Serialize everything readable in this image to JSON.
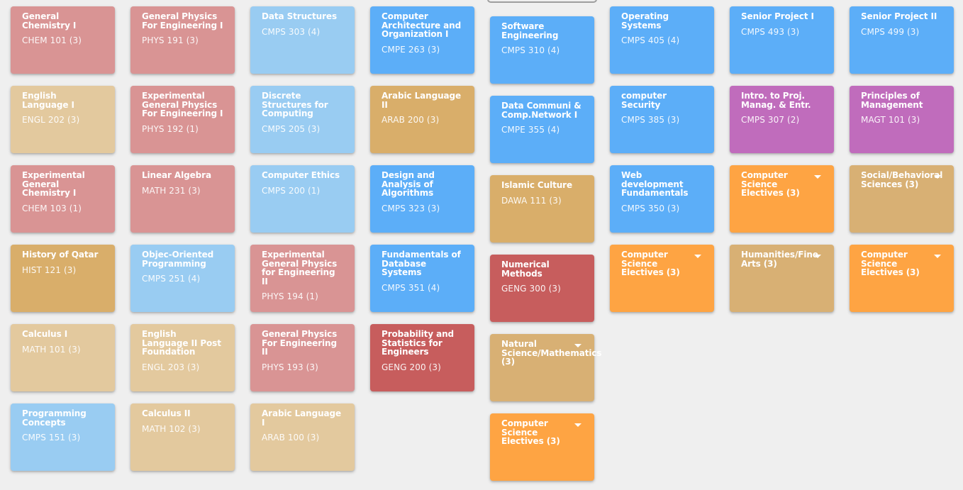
{
  "semesters": [
    {
      "courses": [
        {
          "title": "General Chemistry I",
          "code": "CHEM 101 (3)",
          "color": "#d99494",
          "category": "red"
        },
        {
          "title": "English Language I",
          "code": "ENGL 202 (3)",
          "color": "#e3c99e",
          "category": "sand"
        },
        {
          "title": "Experimental General Chemistry I",
          "code": "CHEM 103 (1)",
          "color": "#d99494",
          "category": "red"
        },
        {
          "title": "History of Qatar",
          "code": "HIST 121 (3)",
          "color": "#d9ae6a",
          "category": "gold"
        },
        {
          "title": "Calculus I",
          "code": "MATH 101 (3)",
          "color": "#e3c99e",
          "category": "sand"
        },
        {
          "title": "Programming Concepts",
          "code": "CMPS 151 (3)",
          "color": "#99ccf2",
          "category": "ltblue"
        }
      ]
    },
    {
      "courses": [
        {
          "title": "General Physics For Engineering I",
          "code": "PHYS 191 (3)",
          "color": "#d99494",
          "category": "red"
        },
        {
          "title": "Experimental General Physics For Engineering I",
          "code": "PHYS 192 (1)",
          "color": "#d99494",
          "category": "red"
        },
        {
          "title": "Linear Algebra",
          "code": "MATH 231 (3)",
          "color": "#d99494",
          "category": "red"
        },
        {
          "title": "Objec-Oriented Programming",
          "code": "CMPS 251 (4)",
          "color": "#99ccf2",
          "category": "ltblue"
        },
        {
          "title": "English Language II Post Foundation",
          "code": "ENGL 203 (3)",
          "color": "#e3c99e",
          "category": "sand"
        },
        {
          "title": "Calculus II",
          "code": "MATH 102 (3)",
          "color": "#e3c99e",
          "category": "sand"
        }
      ]
    },
    {
      "courses": [
        {
          "title": "Data Structures",
          "code": "CMPS 303 (4)",
          "color": "#99ccf2",
          "category": "ltblue"
        },
        {
          "title": "Discrete Structures for Computing",
          "code": "CMPS 205 (3)",
          "color": "#99ccf2",
          "category": "ltblue"
        },
        {
          "title": "Computer Ethics",
          "code": "CMPS 200 (1)",
          "color": "#99ccf2",
          "category": "ltblue"
        },
        {
          "title": "Experimental General Physics for Engineering II",
          "code": "PHYS 194 (1)",
          "color": "#d99494",
          "category": "red"
        },
        {
          "title": "General Physics For Engineering II",
          "code": "PHYS 193 (3)",
          "color": "#d99494",
          "category": "red"
        },
        {
          "title": "Arabic Language I",
          "code": "ARAB 100 (3)",
          "color": "#e3c99e",
          "category": "sand"
        }
      ]
    },
    {
      "courses": [
        {
          "title": "Computer Architecture and Organization I",
          "code": "CMPE 263 (3)",
          "color": "#5caef8",
          "category": "blue"
        },
        {
          "title": "Arabic Language II",
          "code": "ARAB 200 (3)",
          "color": "#d9ae6a",
          "category": "gold"
        },
        {
          "title": "Design and Analysis of Algorithms",
          "code": "CMPS 323 (3)",
          "color": "#5caef8",
          "category": "blue"
        },
        {
          "title": "Fundamentals of Database Systems",
          "code": "CMPS 351 (4)",
          "color": "#5caef8",
          "category": "blue"
        },
        {
          "title": "Probability and Statistics for Engineers",
          "code": "GENG 200 (3)",
          "color": "#c75d5d",
          "category": "dkred"
        }
      ]
    },
    {
      "courses": [
        {
          "title": "Software Engineering",
          "code": "CMPS 310 (4)",
          "color": "#5caef8",
          "category": "blue"
        },
        {
          "title": "Data Communi & Comp.Network I",
          "code": "CMPE 355 (4)",
          "color": "#5caef8",
          "category": "blue"
        },
        {
          "title": "Islamic Culture",
          "code": "DAWA 111 (3)",
          "color": "#d9ae6a",
          "category": "gold"
        },
        {
          "title": "Numerical Methods",
          "code": "GENG 300 (3)",
          "color": "#c75d5d",
          "category": "dkred"
        },
        {
          "title": "Natural Science/Mathematics (3)",
          "code": "",
          "color": "#d8b074",
          "category": "tan",
          "elective": true
        },
        {
          "title": "Computer Science Electives (3)",
          "code": "",
          "color": "#fea443",
          "category": "orange",
          "elective": true
        }
      ]
    },
    {
      "courses": [
        {
          "title": "Operating Systems",
          "code": "CMPS 405 (4)",
          "color": "#5caef8",
          "category": "blue"
        },
        {
          "title": "computer Security",
          "code": "CMPS 385 (3)",
          "color": "#5caef8",
          "category": "blue"
        },
        {
          "title": "Web development Fundamentals",
          "code": "CMPS 350 (3)",
          "color": "#5caef8",
          "category": "blue"
        },
        {
          "title": "Computer Science Electives (3)",
          "code": "",
          "color": "#fea443",
          "category": "orange",
          "elective": true
        }
      ]
    },
    {
      "courses": [
        {
          "title": "Senior Project I",
          "code": "CMPS 493 (3)",
          "color": "#5caef8",
          "category": "blue"
        },
        {
          "title": "Intro. to Proj. Manag. & Entr.",
          "code": "CMPS 307 (2)",
          "color": "#c06cbc",
          "category": "purple"
        },
        {
          "title": "Computer Science Electives (3)",
          "code": "",
          "color": "#fea443",
          "category": "orange",
          "elective": true
        },
        {
          "title": "Humanities/Fine Arts (3)",
          "code": "",
          "color": "#d8b074",
          "category": "tan",
          "elective": true
        }
      ]
    },
    {
      "courses": [
        {
          "title": "Senior Project II",
          "code": "CMPS 499 (3)",
          "color": "#5caef8",
          "category": "blue"
        },
        {
          "title": "Principles of Management",
          "code": "MAGT 101 (3)",
          "color": "#c06cbc",
          "category": "purple"
        },
        {
          "title": "Social/Behavioral Sciences (3)",
          "code": "",
          "color": "#d8b074",
          "category": "tan",
          "elective": true
        },
        {
          "title": "Computer Science Electives (3)",
          "code": "",
          "color": "#fea443",
          "category": "orange",
          "elective": true
        }
      ]
    }
  ]
}
